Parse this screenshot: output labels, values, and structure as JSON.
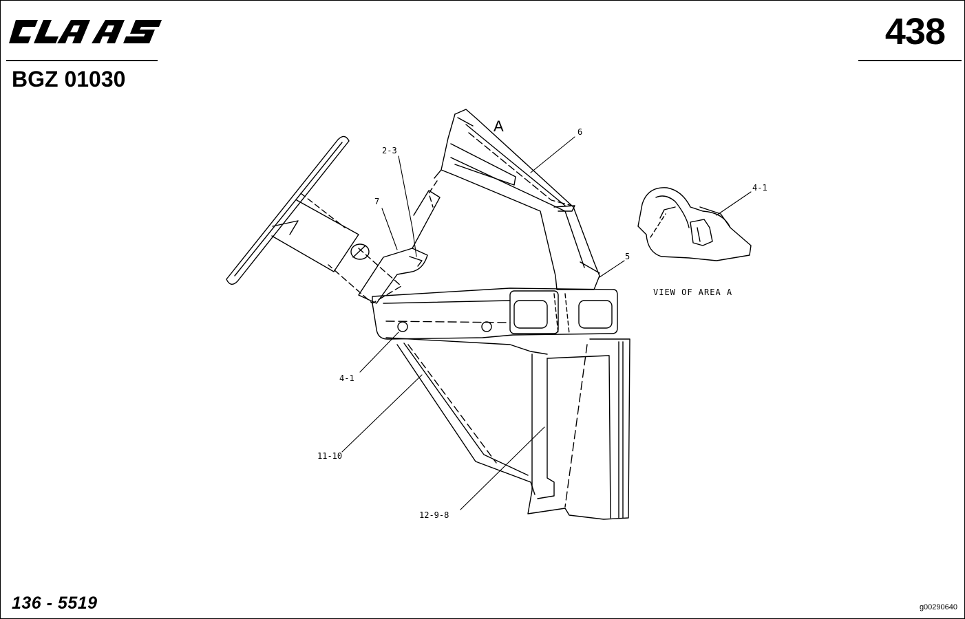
{
  "header": {
    "brand_logo_text": "CLAAS",
    "page_number": "438",
    "group_code": "BGZ 01030"
  },
  "footer": {
    "doc_number": "136 - 5519",
    "image_id": "g00290640"
  },
  "drawing": {
    "area_marker": "A",
    "view_label": "VIEW OF AREA A",
    "callouts": {
      "c_6": "6",
      "c_2_3": "2-3",
      "c_7": "7",
      "c_4_1_detail": "4-1",
      "c_5": "5",
      "c_4_1_main": "4-1",
      "c_11_10": "11-10",
      "c_12_9_8": "12-9-8"
    }
  }
}
